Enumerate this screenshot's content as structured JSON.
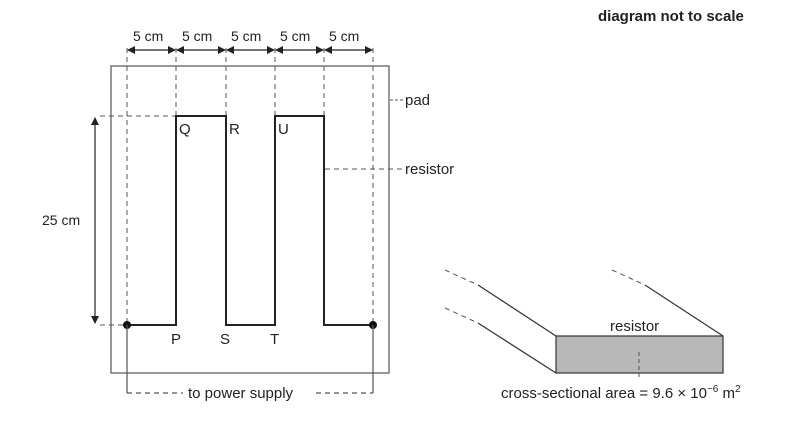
{
  "note": "diagram not to scale",
  "dimensions": {
    "segment_widths": [
      "5 cm",
      "5 cm",
      "5 cm",
      "5 cm",
      "5 cm"
    ],
    "height": "25 cm"
  },
  "callouts": {
    "pad": "pad",
    "resistor": "resistor"
  },
  "points": {
    "P": "P",
    "Q": "Q",
    "R": "R",
    "S": "S",
    "T": "T",
    "U": "U"
  },
  "power_label": "to power supply",
  "cross_section": {
    "label": "resistor",
    "area_prefix": "cross-sectional area = 9.6 × 10",
    "area_exponent": "−6",
    "area_unit": " m",
    "area_unit_exponent": "2"
  },
  "colors": {
    "line": "#222222",
    "pad_line": "#555555",
    "cross_section_fill": "#b8b8b8"
  }
}
